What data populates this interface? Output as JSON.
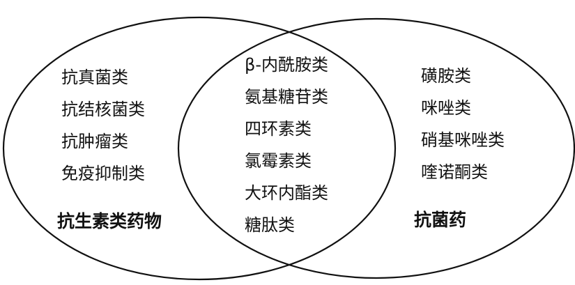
{
  "colors": {
    "outline": "#111111",
    "text": "#111111",
    "background": "#ffffff"
  },
  "venn": {
    "left_set": {
      "title": "抗生素类药物",
      "items": [
        "抗真菌类",
        "抗结核菌类",
        "抗肿瘤类",
        "免疫抑制类"
      ]
    },
    "intersection": {
      "items": [
        "β-内酰胺类",
        "氨基糖苷类",
        "四环素类",
        "氯霉素类",
        "大环内酯类",
        "糖肽类"
      ]
    },
    "right_set": {
      "title": "抗菌药",
      "items": [
        "磺胺类",
        "咪唑类",
        "硝基咪唑类",
        "喹诺酮类"
      ]
    }
  }
}
